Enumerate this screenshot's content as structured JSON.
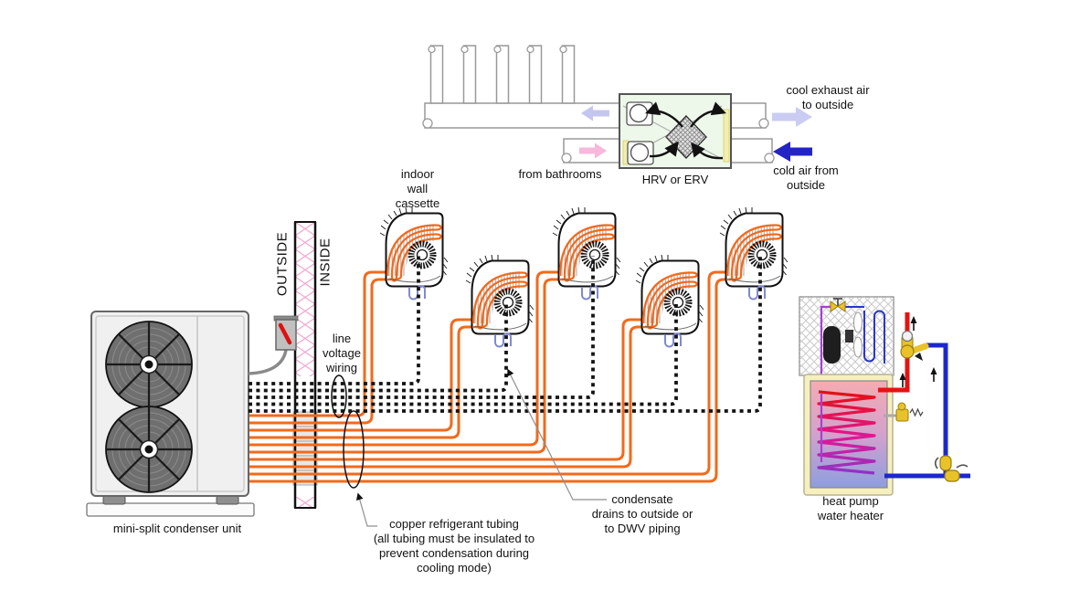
{
  "labels": {
    "indoor_cassette": "indoor\nwall\ncassette",
    "from_bathrooms": "from bathrooms",
    "hrv": "HRV or ERV",
    "cool_exhaust": "cool exhaust air\nto outside",
    "cold_air": "cold air from\noutside",
    "outside": "OUTSIDE",
    "inside": "INSIDE",
    "line_voltage": "line\nvoltage\nwiring",
    "condenser": "mini-split condenser unit",
    "copper_tubing": "copper refrigerant tubing\n(all tubing must be insulated to\nprevent condensation during\ncooling mode)",
    "condensate": "condensate\ndrains to outside or\nto DWV piping",
    "water_heater": "heat pump\nwater heater"
  },
  "colors": {
    "refrigerant_tubing": "#f26a1b",
    "line_voltage_wiring": "#141414",
    "insulation_pink": "#f2a8cf",
    "hrv_cabinet": "#edf7ea",
    "supply_arrow": "#c5c6ef",
    "bathroom_exhaust_arrow": "#f7b8db",
    "exhaust_outside_arrow": "#caccf4",
    "cold_outside_arrow": "#2424c4",
    "condensate_trap": "#7f8ad2",
    "hot_water": "#e61212",
    "cold_water": "#1c28cc",
    "brass_valve": "#e8c229",
    "tank_hot": "#f5acb2",
    "tank_cold": "#8e9ede"
  }
}
